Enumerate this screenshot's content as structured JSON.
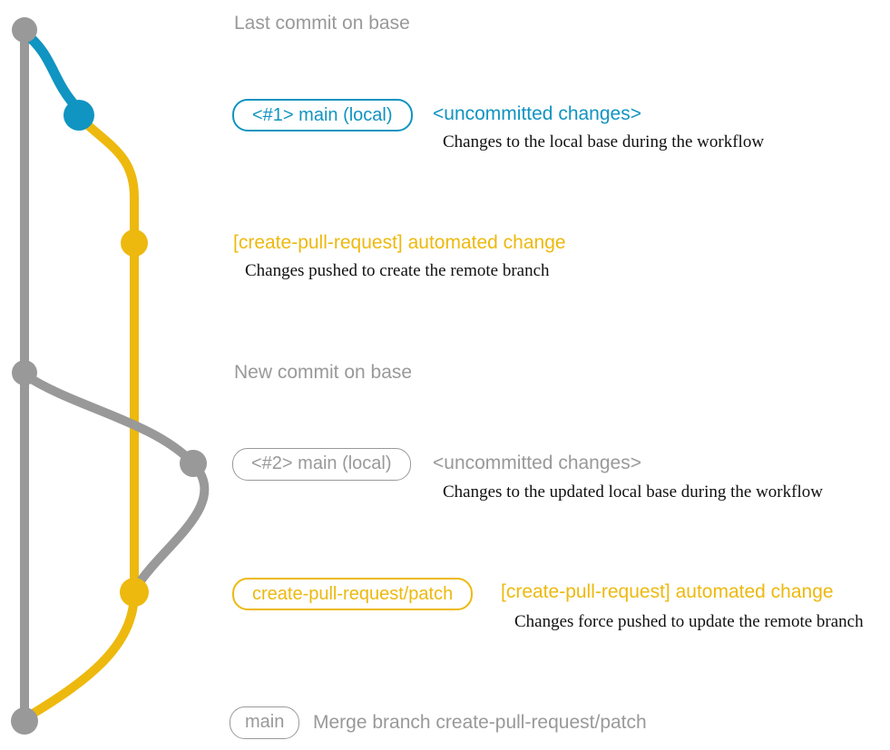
{
  "colors": {
    "gray": "#999999",
    "blue": "#1094c1",
    "yellow": "#edb90e",
    "caption": "#111111",
    "background": "#ffffff"
  },
  "labels": {
    "last_commit": "Last commit on base",
    "new_commit": "New commit on base"
  },
  "rows": {
    "local_main_1": {
      "badge": "<#1> main (local)",
      "title": "<uncommitted changes>",
      "caption": "Changes to the local base during the workflow"
    },
    "patch_1": {
      "title": "[create-pull-request] automated change",
      "caption": "Changes pushed to create the remote branch"
    },
    "local_main_2": {
      "badge": "<#2> main (local)",
      "title": "<uncommitted changes>",
      "caption": "Changes to the updated local base during the workflow"
    },
    "patch_2": {
      "badge": "create-pull-request/patch",
      "title": "[create-pull-request] automated change",
      "caption": "Changes force pushed to update the remote branch"
    },
    "merge": {
      "badge": "main",
      "title": "Merge branch create-pull-request/patch"
    }
  },
  "graph": {
    "commits": [
      {
        "id": "base-1",
        "branch": "base",
        "color": "gray",
        "label": "Last commit on base"
      },
      {
        "id": "local-main-1",
        "branch": "main (local)",
        "color": "blue",
        "label": "<#1> main (local) <uncommitted changes>"
      },
      {
        "id": "patch-1",
        "branch": "create-pull-request/patch",
        "color": "yellow",
        "label": "[create-pull-request] automated change"
      },
      {
        "id": "base-2",
        "branch": "base",
        "color": "gray",
        "label": "New commit on base"
      },
      {
        "id": "local-main-2",
        "branch": "main (local)",
        "color": "gray",
        "label": "<#2> main (local) <uncommitted changes>"
      },
      {
        "id": "patch-2",
        "branch": "create-pull-request/patch",
        "color": "yellow",
        "label": "[create-pull-request] automated change (force pushed)"
      },
      {
        "id": "merge",
        "branch": "main",
        "color": "gray",
        "label": "Merge branch create-pull-request/patch"
      }
    ]
  }
}
